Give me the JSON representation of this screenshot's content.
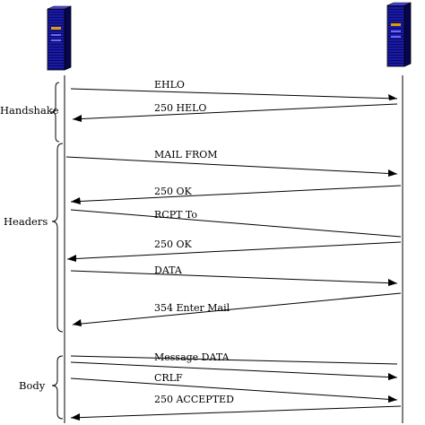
{
  "diagram": {
    "phases": [
      {
        "label": "Handshake"
      },
      {
        "label": "Headers"
      },
      {
        "label": "Body"
      }
    ],
    "messages": [
      {
        "label": "EHLO",
        "direction": "to-server"
      },
      {
        "label": "250 HELO",
        "direction": "to-client"
      },
      {
        "label": "MAIL FROM",
        "direction": "to-server"
      },
      {
        "label": "250 OK",
        "direction": "to-client"
      },
      {
        "label": "RCPT To",
        "direction": "to-server"
      },
      {
        "label": "250 OK",
        "direction": "to-client"
      },
      {
        "label": "DATA",
        "direction": "to-server"
      },
      {
        "label": "354 Enter Mail",
        "direction": "to-client"
      },
      {
        "label": "Message DATA",
        "direction": "to-server"
      },
      {
        "label": "CRLF",
        "direction": "to-server"
      },
      {
        "label": "250 ACCEPTED",
        "direction": "to-client"
      }
    ],
    "colors": {
      "server_body": "#1a1aa8",
      "server_shade": "#0c0c70",
      "line": "#000000"
    },
    "icons": {
      "client": "server-tower-icon",
      "server": "server-tower-icon"
    }
  }
}
